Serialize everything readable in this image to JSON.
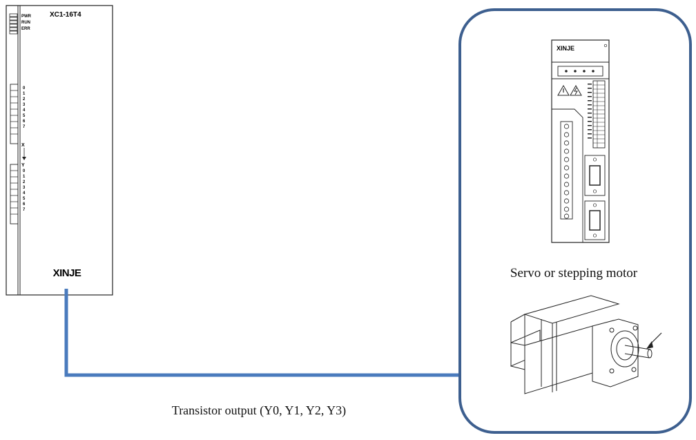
{
  "plc": {
    "model": "XC1-16T4",
    "brand": "XINJE",
    "indicator_labels": [
      "PWR",
      "RUN",
      "ERR"
    ],
    "x_terminal_numbers": [
      "0",
      "1",
      "2",
      "3",
      "4",
      "5",
      "6",
      "7"
    ],
    "x_label": "X",
    "y_label": "Y",
    "y_terminal_numbers": [
      "0",
      "1",
      "2",
      "3",
      "4",
      "5",
      "6",
      "7"
    ]
  },
  "connection": {
    "label": "Transistor output (Y0, Y1, Y2, Y3)",
    "color": "#4a7bbd"
  },
  "drive_panel": {
    "border_color": "#3d5f8f",
    "servo_drive_brand": "XINJE",
    "device_label": "Servo or stepping motor"
  }
}
